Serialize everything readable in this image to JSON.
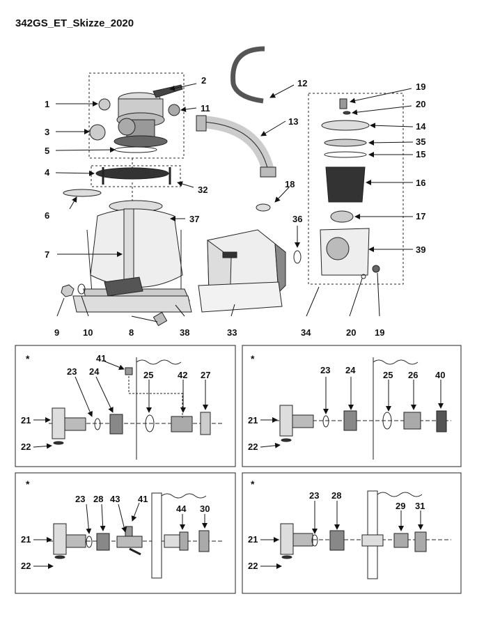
{
  "title": "342GS_ET_Skizze_2020",
  "star": "*",
  "labels": {
    "l1": "1",
    "l2": "2",
    "l3": "3",
    "l4": "4",
    "l5": "5",
    "l6": "6",
    "l7": "7",
    "l8": "8",
    "l9": "9",
    "l10": "10",
    "l11": "11",
    "l12": "12",
    "l13": "13",
    "l14": "14",
    "l15": "15",
    "l16": "16",
    "l17": "17",
    "l18": "18",
    "l19a": "19",
    "l19b": "19",
    "l20a": "20",
    "l20b": "20",
    "l32": "32",
    "l33": "33",
    "l34": "34",
    "l35": "35",
    "l36": "36",
    "l37": "37",
    "l38": "38",
    "l39": "39"
  },
  "box1": {
    "l41": "41",
    "l23": "23",
    "l24": "24",
    "l25": "25",
    "l42": "42",
    "l27": "27",
    "l21": "21",
    "l22": "22"
  },
  "box2": {
    "l23": "23",
    "l24": "24",
    "l25": "25",
    "l26": "26",
    "l40": "40",
    "l21": "21",
    "l22": "22"
  },
  "box3": {
    "l23": "23",
    "l28": "28",
    "l43": "43",
    "l41": "41",
    "l44": "44",
    "l30": "30",
    "l21": "21",
    "l22": "22"
  },
  "box4": {
    "l23": "23",
    "l28": "28",
    "l29": "29",
    "l31": "31",
    "l21": "21",
    "l22": "22"
  }
}
